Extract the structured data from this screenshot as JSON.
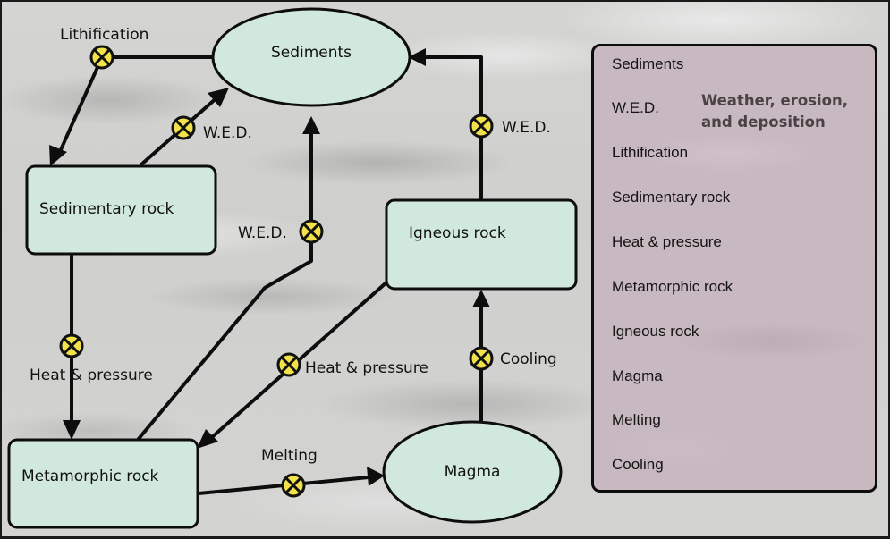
{
  "diagram": {
    "title": "Rock cycle",
    "nodes": {
      "sediments": "Sediments",
      "sedimentary_rock": "Sedimentary rock",
      "igneous_rock": "Igneous rock",
      "metamorphic_rock": "Metamorphic rock",
      "magma": "Magma"
    },
    "edges": [
      {
        "from": "Sediments",
        "to": "Sedimentary rock",
        "label": "Lithification"
      },
      {
        "from": "Sedimentary rock",
        "to": "Sediments",
        "label": "W.E.D."
      },
      {
        "from": "Metamorphic rock",
        "to": "Sediments",
        "label": "W.E.D."
      },
      {
        "from": "Igneous rock",
        "to": "Sediments",
        "label": "W.E.D."
      },
      {
        "from": "Sedimentary rock",
        "to": "Metamorphic rock",
        "label": "Heat & pressure"
      },
      {
        "from": "Igneous rock",
        "to": "Metamorphic rock",
        "label": "Heat & pressure"
      },
      {
        "from": "Metamorphic rock",
        "to": "Magma",
        "label": "Melting"
      },
      {
        "from": "Magma",
        "to": "Igneous rock",
        "label": "Cooling"
      }
    ],
    "colors": {
      "node_fill": "#d1e8dd",
      "node_stroke": "#0d0d0d",
      "marker_fill": "#f2e24a",
      "legend_fill": "#c8b8c0"
    }
  },
  "legend": {
    "items": [
      "Sediments",
      "W.E.D.",
      "Lithification",
      "Sedimentary rock",
      "Heat & pressure",
      "Metamorphic rock",
      "Igneous rock",
      "Magma",
      "Melting",
      "Cooling"
    ],
    "wed_note": "Weather, erosion, and deposition"
  }
}
